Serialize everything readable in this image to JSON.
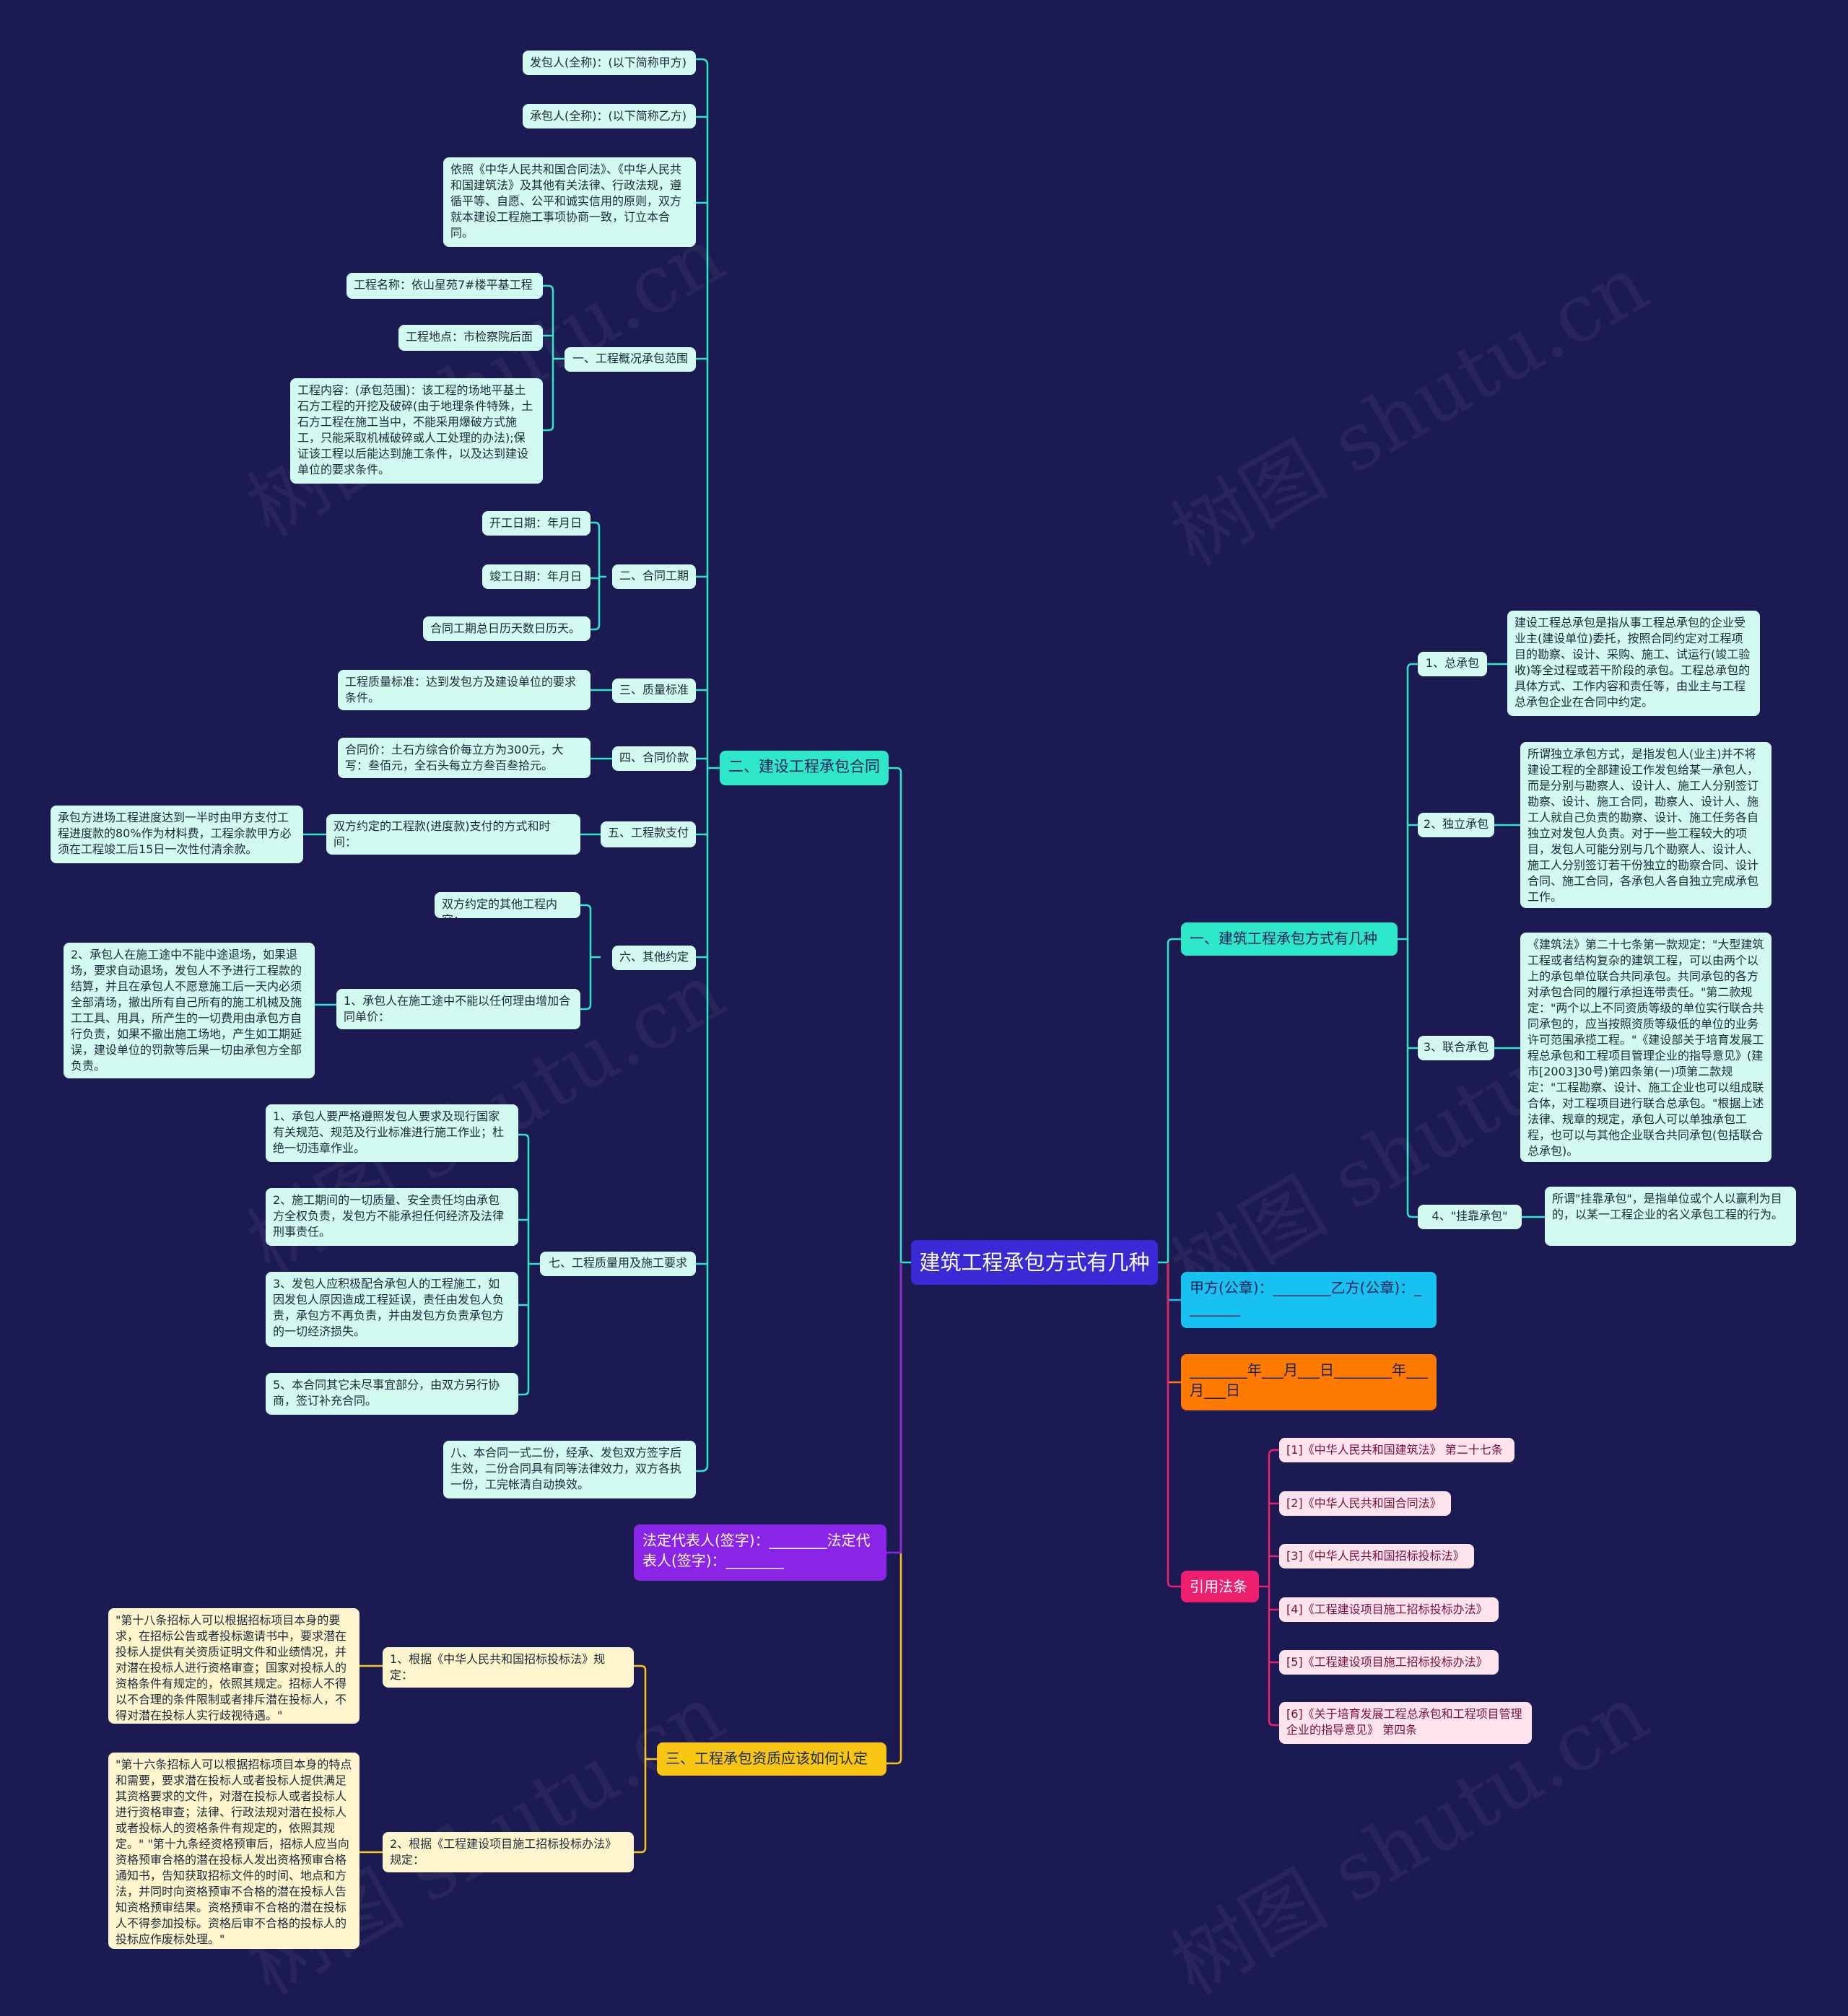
{
  "root": {
    "title": "建筑工程承包方式有几种"
  },
  "watermark": "树图 shutu.cn",
  "colors": {
    "background": "#1c1a52",
    "root": "#3a2ad6",
    "cyan": "#2ce8c8",
    "yellow": "#f7c512",
    "purple": "#8a24e6",
    "sky": "#17c1f0",
    "orange": "#ff7a00",
    "pink": "#ee1f6f"
  },
  "left": {
    "contract": {
      "title": "二、建设工程承包合同",
      "party_a": "发包人(全称)：(以下简称甲方)",
      "party_b": "承包人(全称)：(以下简称乙方)",
      "basis": "依照《中华人民共和国合同法》、《中华人民共和国建筑法》及其他有关法律、行政法规，遵循平等、自愿、公平和诚实信用的原则，双方就本建设工程施工事项协商一致，订立本合同。",
      "scope": {
        "title": "一、工程概况承包范围",
        "name": "工程名称：依山星苑7#楼平基工程",
        "site": "工程地点：市检察院后面",
        "content": "工程内容：(承包范围)：该工程的场地平基土石方工程的开挖及破碎(由于地理条件特殊，土石方工程在施工当中，不能采用爆破方式施工，只能采取机械破碎或人工处理的办法);保证该工程以后能达到施工条件，以及达到建设单位的要求条件。"
      },
      "period": {
        "title": "二、合同工期",
        "start": "开工日期：年月日",
        "end": "竣工日期：年月日",
        "total": "合同工期总日历天数日历天。"
      },
      "quality": {
        "title": "三、质量标准",
        "text": "工程质量标准：达到发包方及建设单位的要求条件。"
      },
      "price": {
        "title": "四、合同价款",
        "text": "合同价：土石方综合价每立方为300元，大写：叁佰元，全石头每立方叁百叁拾元。"
      },
      "payment": {
        "title": "五、工程款支付",
        "text": "双方约定的工程款(进度款)支付的方式和时间：",
        "detail": "承包方进场工程进度达到一半时由甲方支付工程进度款的80%作为材料费，工程余款甲方必须在工程竣工后15日一次性付清余款。"
      },
      "other": {
        "title": "六、其他约定",
        "a": "双方约定的其他工程内容：",
        "b": "1、承包人在施工途中不能以任何理由增加合同单价：",
        "b_detail": "2、承包人在施工途中不能中途退场，如果退场，要求自动退场，发包人不予进行工程款的结算，并且在承包人不愿意施工后一天内必须全部清场，撤出所有自己所有的施工机械及施工工具、用具，所产生的一切费用由承包方自行负责，如果不撤出施工场地，产生如工期延误，建设单位的罚款等后果一切由承包方全部负责。"
      },
      "requirements": {
        "title": "七、工程质量用及施工要求",
        "r1": "1、承包人要严格遵照发包人要求及现行国家有关规范、规范及行业标准进行施工作业；杜绝一切违章作业。",
        "r2": "2、施工期间的一切质量、安全责任均由承包方全权负责，发包方不能承担任何经济及法律刑事责任。",
        "r3": "3、发包人应积极配合承包人的工程施工，如因发包人原因造成工程延误，责任由发包人负责，承包方不再负责，并由发包方负责承包方的一切经济损失。",
        "r5": "5、本合同其它未尽事宜部分，由双方另行协商，签订补充合同。"
      },
      "eight": "八、本合同一式二份，经承、发包双方签字后生效，二份合同具有同等法律效力，双方各执一份，工完帐清自动换效。"
    },
    "signature": "法定代表人(签字)：________法定代表人(签字)：________",
    "qualification": {
      "title": "三、工程承包资质应该如何认定",
      "l1": "1、根据《中华人民共和国招标投标法》规定：",
      "l1_detail": "\"第十八条招标人可以根据招标项目本身的要求，在招标公告或者投标邀请书中，要求潜在投标人提供有关资质证明文件和业绩情况，并对潜在投标人进行资格审查；国家对投标人的资格条件有规定的，依照其规定。招标人不得以不合理的条件限制或者排斥潜在投标人，不得对潜在投标人实行歧视待遇。\"",
      "l2": "2、根据《工程建设项目施工招标投标办法》规定：",
      "l2_detail": "\"第十六条招标人可以根据招标项目本身的特点和需要，要求潜在投标人或者投标人提供满足其资格要求的文件，对潜在投标人或者投标人进行资格审查；法律、行政法规对潜在投标人或者投标人的资格条件有规定的，依照其规定。\" \"第十九条经资格预审后，招标人应当向资格预审合格的潜在投标人发出资格预审合格通知书，告知获取招标文件的时间、地点和方法，并同时向资格预审不合格的潜在投标人告知资格预审结果。资格预审不合格的潜在投标人不得参加投标。资格后审不合格的投标人的投标应作废标处理。\""
    }
  },
  "right": {
    "types": {
      "title": "一、建筑工程承包方式有几种",
      "t1": "1、总承包",
      "t1_detail": "建设工程总承包是指从事工程总承包的企业受业主(建设单位)委托，按照合同约定对工程项目的勘察、设计、采购、施工、试运行(竣工验收)等全过程或若干阶段的承包。工程总承包的具体方式、工作内容和责任等，由业主与工程总承包企业在合同中约定。",
      "t2": "2、独立承包",
      "t2_detail": "所谓独立承包方式，是指发包人(业主)并不将建设工程的全部建设工作发包给某一承包人，而是分别与勘察人、设计人、施工人分别签订勘察、设计、施工合同，勘察人、设计人、施工人就自己负责的勘察、设计、施工任务各自独立对发包人负责。对于一些工程较大的项目，发包人可能分别与几个勘察人、设计人、施工人分别签订若干份独立的勘察合同、设计合同、施工合同，各承包人各自独立完成承包工作。",
      "t3": "3、联合承包",
      "t3_detail": "《建筑法》第二十七条第一款规定：\"大型建筑工程或者结构复杂的建筑工程，可以由两个以上的承包单位联合共同承包。共同承包的各方对承包合同的履行承担连带责任。\"第二款规定：\"两个以上不同资质等级的单位实行联合共同承包的，应当按照资质等级低的单位的业务许可范围承揽工程。\"《建设部关于培育发展工程总承包和工程项目管理企业的指导意见》(建市[2003]30号)第四条第(一)项第二款规定：\"工程勘察、设计、施工企业也可以组成联合体，对工程项目进行联合总承包。\"根据上述法律、规章的规定，承包人可以单独承包工程，也可以与其他企业联合共同承包(包括联合总承包)。",
      "t4": "4、\"挂靠承包\"",
      "t4_detail": "所谓\"挂靠承包\"，是指单位或个人以赢利为目的，以某一工程企业的名义承包工程的行为。"
    },
    "stamp": "甲方(公章)：________乙方(公章)：________",
    "date": "________年___月___日________年___月___日",
    "refs": {
      "title": "引用法条",
      "r1": "[1]《中华人民共和国建筑法》 第二十七条",
      "r2": "[2]《中华人民共和国合同法》",
      "r3": "[3]《中华人民共和国招标投标法》",
      "r4": "[4]《工程建设项目施工招标投标办法》",
      "r5": "[5]《工程建设项目施工招标投标办法》",
      "r6": "[6]《关于培育发展工程总承包和工程项目管理企业的指导意见》 第四条"
    }
  }
}
